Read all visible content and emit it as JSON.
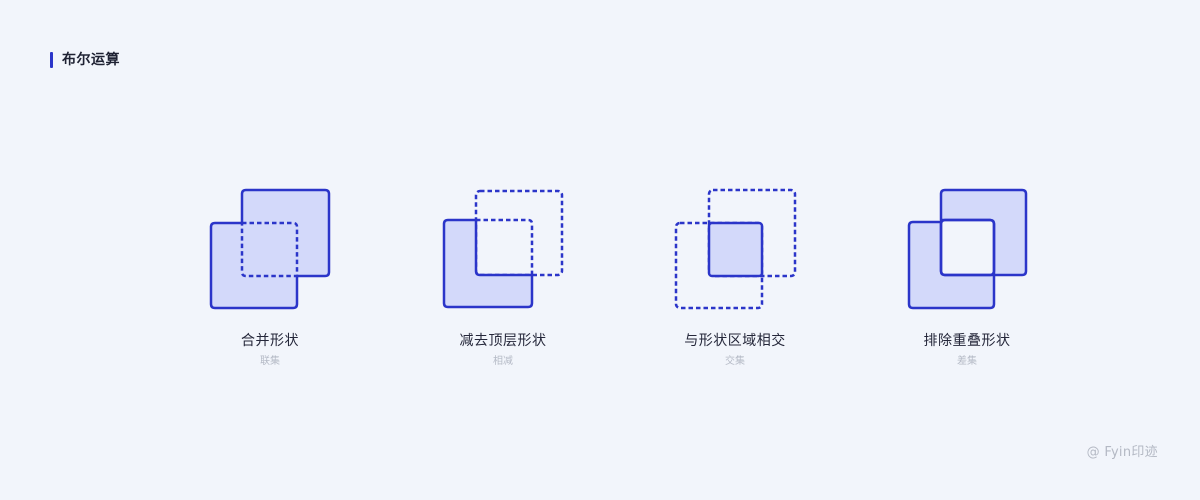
{
  "header": {
    "title": "布尔运算"
  },
  "operations": [
    {
      "label": "合并形状",
      "sub": "联集"
    },
    {
      "label": "减去顶层形状",
      "sub": "相减"
    },
    {
      "label": "与形状区域相交",
      "sub": "交集"
    },
    {
      "label": "排除重叠形状",
      "sub": "差集"
    }
  ],
  "watermark": "@ Fyin印迹",
  "colors": {
    "background": "#f2f5fb",
    "accent": "#2b35c9",
    "stroke": "#2b35c9",
    "fill": "#d3d9fa"
  }
}
